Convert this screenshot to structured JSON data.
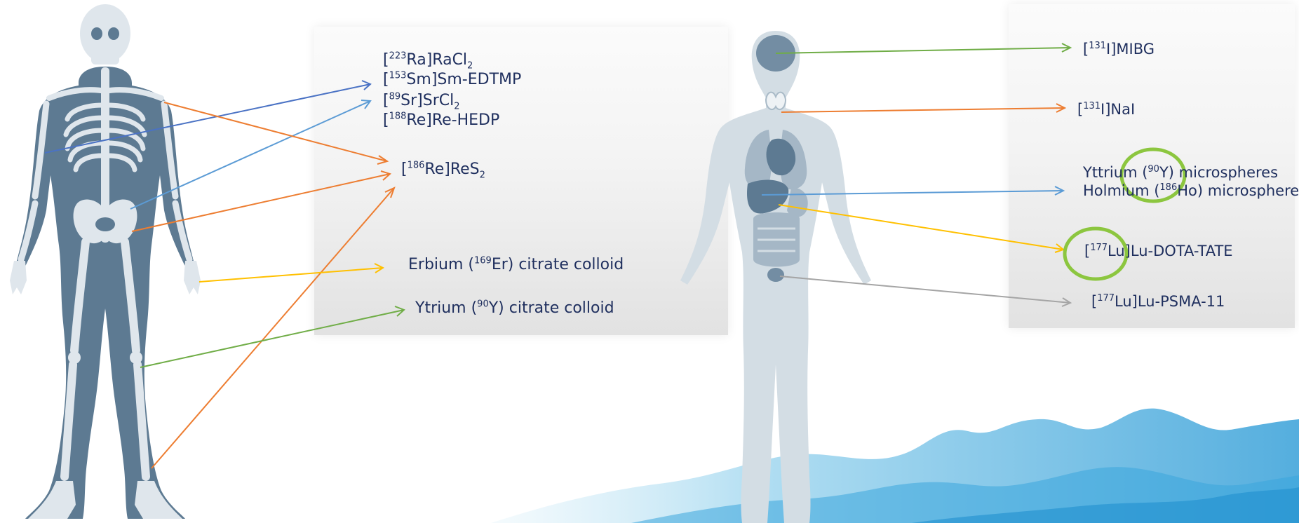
{
  "colors": {
    "text": "#1f2f5e",
    "skeleton_dark": "#5d7a92",
    "skeleton_light": "#dfe6ec",
    "body_silhouette": "#d3dde4",
    "organ_dark": "#738da3",
    "arrow_blue": "#4a72c4",
    "arrow_lightblue": "#5b9bd5",
    "arrow_orange": "#ed7d31",
    "arrow_yellow": "#ffc000",
    "arrow_green": "#70ad47",
    "arrow_gray": "#a5a5a5",
    "highlight_circle": "#8cc63f",
    "water_blue": "#4fb3e0"
  },
  "left_labels": {
    "ra": {
      "pre": "[",
      "sup": "223",
      "mid": "Ra]RaCl",
      "sub": "2",
      "post": ""
    },
    "sm": {
      "pre": "[",
      "sup": "153",
      "mid": "Sm]Sm-EDTMP",
      "sub": "",
      "post": ""
    },
    "sr": {
      "pre": "[",
      "sup": "89",
      "mid": "Sr]SrCl",
      "sub": "2",
      "post": ""
    },
    "rehedp": {
      "pre": "[",
      "sup": "188",
      "mid": "Re]Re-HEDP",
      "sub": "",
      "post": ""
    },
    "res2": {
      "pre": "[",
      "sup": "186",
      "mid": "Re]ReS",
      "sub": "2",
      "post": ""
    },
    "er": {
      "pre": "Erbium (",
      "sup": "169",
      "mid": "Er) citrate colloid",
      "sub": "",
      "post": ""
    },
    "y": {
      "pre": "Ytrium (",
      "sup": "90",
      "mid": "Y) citrate colloid",
      "sub": "",
      "post": ""
    }
  },
  "right_labels": {
    "mibg": {
      "pre": "[",
      "sup": "131",
      "mid": "I]MIBG",
      "sub": "",
      "post": ""
    },
    "nai": {
      "pre": "[",
      "sup": "131",
      "mid": "I]NaI",
      "sub": "",
      "post": ""
    },
    "ymicro": {
      "pre": "Yttrium (",
      "sup": "90",
      "mid": "Y) microspheres",
      "sub": "",
      "post": ""
    },
    "homicro": {
      "pre": "Holmium (",
      "sup": "186",
      "mid": "Ho) microspheres",
      "sub": "",
      "post": ""
    },
    "dotatate": {
      "pre": "[",
      "sup": "177",
      "mid": "Lu]Lu-DOTA-TATE",
      "sub": "",
      "post": ""
    },
    "psma": {
      "pre": "[",
      "sup": "177",
      "mid": "Lu]Lu-PSMA-11",
      "sub": "",
      "post": ""
    }
  }
}
